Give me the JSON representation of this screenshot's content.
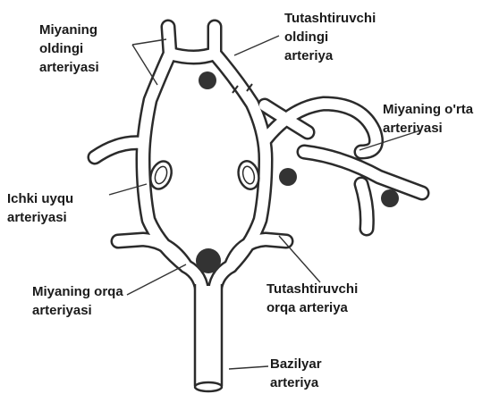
{
  "labels": {
    "miyaning_oldingi": [
      "Miyaning",
      "oldingi",
      "arteriyasi"
    ],
    "tutashtiruvchi_oldingi": [
      "Tutashtiruvchi",
      "oldingi",
      "arteriya"
    ],
    "miyaning_orta": [
      "Miyaning o'rta",
      "arteriyasi"
    ],
    "ichki_uyqu": [
      "Ichki uyqu",
      "arteriyasi"
    ],
    "miyaning_orqa": [
      "Miyaning orqa",
      "arteriyasi"
    ],
    "tutashtiruvchi_orqa": [
      "Tutashtiruvchi",
      "orqa arteriya"
    ],
    "bazilyar": [
      "Bazilyar",
      "arteriya"
    ]
  },
  "colors": {
    "vessel_outline": "#2b2b2b",
    "vessel_fill": "#ffffff",
    "spot": "#333333",
    "text": "#1a1a1a"
  }
}
